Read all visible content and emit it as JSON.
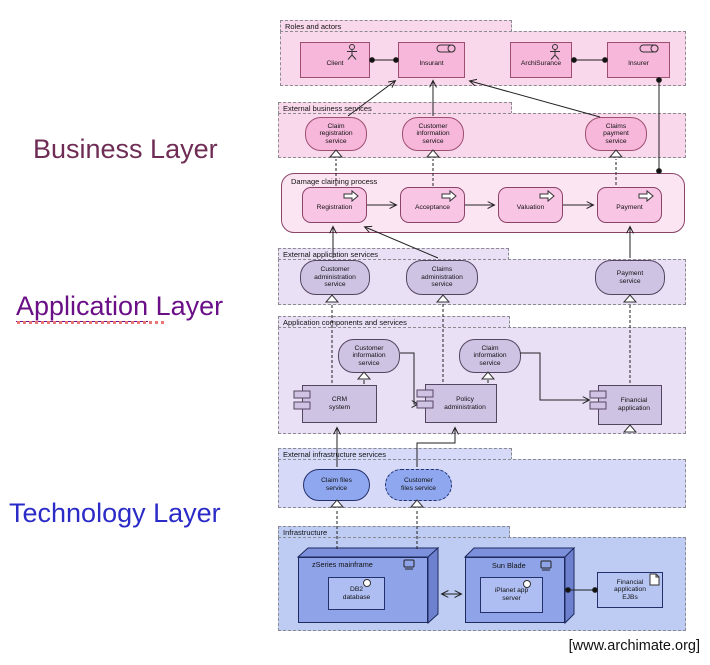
{
  "layer_labels": {
    "business": "Business Layer",
    "application": "Application Layer",
    "technology": "Technology Layer"
  },
  "footer": "[www.archimate.org]",
  "groups": {
    "roles": "Roles and actors",
    "ebs": "External business services",
    "process": "Damage claiming process",
    "eas": "External application services",
    "acs": "Application components and services",
    "eis": "External infrastructure services",
    "infra": "Infrastructure"
  },
  "elements": {
    "client": "Client",
    "insurant": "Insurant",
    "archisurance": "ArchiSurance",
    "insurer": "Insurer",
    "claim_registration_service": "Claim registration service",
    "customer_information_service": "Customer information service",
    "claims_payment_service": "Claims payment service",
    "registration": "Registration",
    "acceptance": "Acceptance",
    "valuation": "Valuation",
    "payment": "Payment",
    "customer_administration_service": "Customer administration service",
    "claims_administration_service": "Claims administration service",
    "payment_service": "Payment service",
    "customer_information_service_app": "Customer information service",
    "claim_information_service": "Claim information service",
    "crm_system": "CRM system",
    "policy_administration": "Policy administration",
    "financial_application": "Financial application",
    "claim_files_service": "Claim files service",
    "customer_files_service": "Customer files service",
    "zseries_mainframe": "zSeries mainframe",
    "db2_database": "DB2 database",
    "sun_blade": "Sun Blade",
    "iplanet_app_server": "iPlanet app server",
    "financial_application_ejbs": "Financial application EJBs"
  },
  "colors": {
    "business_fill": "#F7B7DA",
    "business_group": "#F9D8EB",
    "application_fill": "#CFC3E4",
    "application_group": "#EAE0F6",
    "technology_fill": "#8FA7EE",
    "technology_group": "#BECBF3",
    "business_label": "#6F2C55",
    "application_label": "#6B0F87",
    "technology_label": "#2B2BC8"
  }
}
